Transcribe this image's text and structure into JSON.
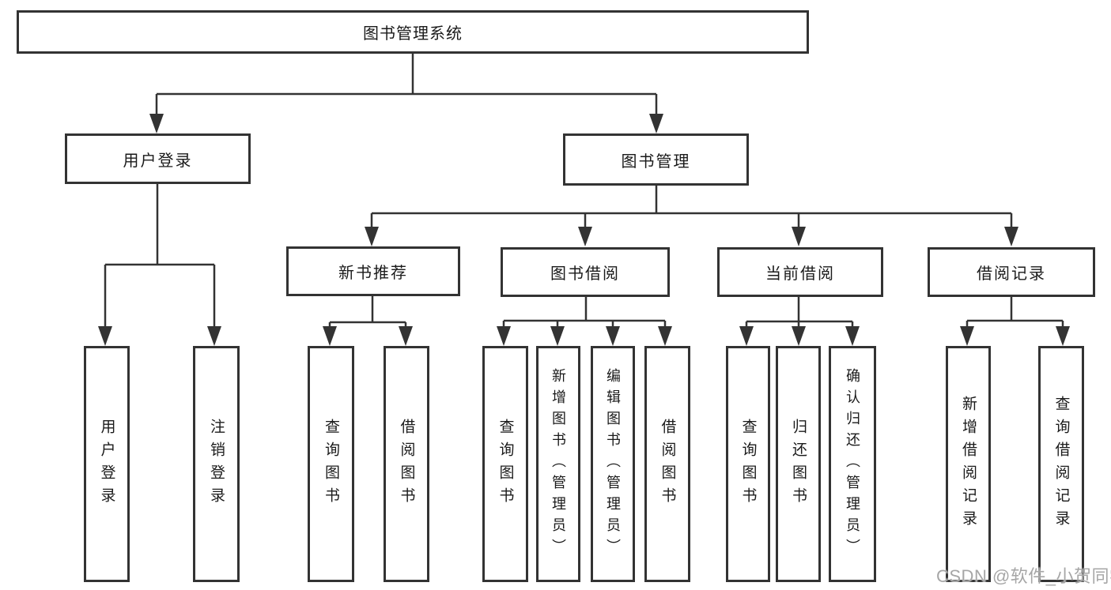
{
  "diagram": {
    "root": {
      "label": "图书管理系统"
    },
    "level1": [
      {
        "label": "用户登录"
      },
      {
        "label": "图书管理"
      }
    ],
    "level2": [
      {
        "label": "新书推荐"
      },
      {
        "label": "图书借阅"
      },
      {
        "label": "当前借阅"
      },
      {
        "label": "借阅记录"
      }
    ],
    "leaves": [
      {
        "label": "用户登录"
      },
      {
        "label": "注销登录"
      },
      {
        "label": "查询图书"
      },
      {
        "label": "借阅图书"
      },
      {
        "label": "查询图书"
      },
      {
        "label": "新增图书（管理员）"
      },
      {
        "label": "编辑图书（管理员）"
      },
      {
        "label": "借阅图书"
      },
      {
        "label": "查询图书"
      },
      {
        "label": "归还图书"
      },
      {
        "label": "确认归还（管理员）"
      },
      {
        "label": "新增借阅记录"
      },
      {
        "label": "查询借阅记录"
      }
    ],
    "colors": {
      "line": "#333333",
      "border": "#333333",
      "text": "#1a1a1a",
      "background": "#ffffff"
    }
  },
  "watermark": {
    "text": "CSDN @软件_小贺同学",
    "color": "#a6a6a6"
  }
}
